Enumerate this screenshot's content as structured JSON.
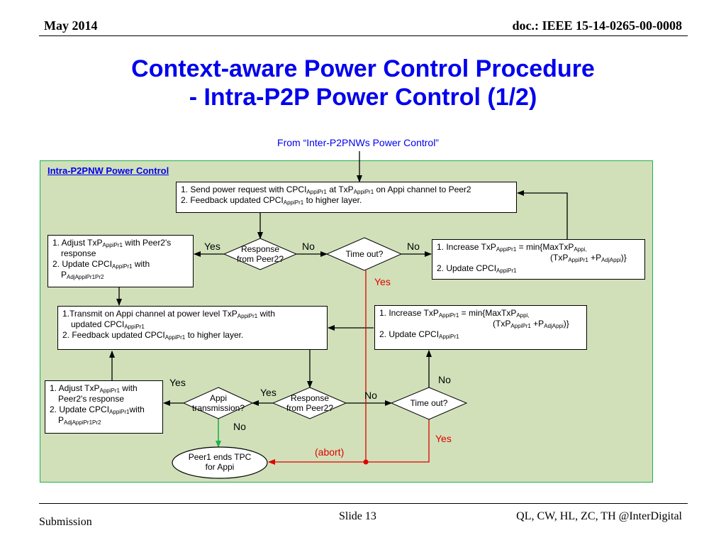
{
  "header": {
    "date": "May 2014",
    "doc": "doc.: IEEE 15-14-0265-00-0008"
  },
  "title": {
    "line1": "Context-aware Power Control Procedure",
    "line2": "- Intra-P2P Power Control (1/2)"
  },
  "diagram": {
    "entry": "From “Inter-P2PNWs Power Control”",
    "region_label": "Intra-P2PNW Power Control",
    "colors": {
      "region_fill": "#d1e0b9",
      "region_border": "#20b050",
      "title": "#0000ee",
      "abort_path": "#e00000",
      "end_path": "#20b050"
    },
    "boxes": {
      "send_request": {
        "l1a": "1. Send power request with CPCI",
        "l1b": "AppiPr1",
        "l1c": " at TxP",
        "l1d": "AppiPr1",
        "l1e": " on Appi channel to Peer2",
        "l2a": "2. Feedback updated CPCI",
        "l2b": "AppiPr1",
        "l2c": " to higher layer."
      },
      "adjust_1": {
        "l1a": "1. Adjust TxP",
        "l1b": "AppiPr1",
        "l1c": " with Peer2's",
        "l2": "response",
        "l3a": "2. Update CPCI",
        "l3b": "AppiPr1",
        "l3c": " with",
        "l4a": "P",
        "l4b": "AdjAppiPr1Pr2"
      },
      "increase_1": {
        "l1a": "1. Increase TxP",
        "l1b": "AppiPr1",
        "l1c": " = min{MaxTxP",
        "l1d": "Appi,",
        "l2a": "(TxP",
        "l2b": "AppiPr1",
        "l2c": " +P",
        "l2d": "AdjAppi",
        "l2e": ")}",
        "l3a": "2. Update CPCI",
        "l3b": "AppiPr1"
      },
      "transmit": {
        "l1a": "1.Transmit on Appi channel at power level TxP",
        "l1b": "AppiPr1",
        "l1c": " with",
        "l2a": "updated CPCI",
        "l2b": "AppiPr1",
        "l3a": "2. Feedback updated CPCI",
        "l3b": "AppiPr1",
        "l3c": " to higher layer."
      },
      "increase_2": {
        "l1a": "1. Increase TxP",
        "l1b": "AppiPr1",
        "l1c": " = min{MaxTxP",
        "l1d": "Appi,",
        "l2a": "(TxP",
        "l2b": "AppiPr1",
        "l2c": " +P",
        "l2d": "AdjAppi",
        "l2e": ")}",
        "l3a": "2. Update CPCI",
        "l3b": "AppiPr1"
      },
      "adjust_2": {
        "l1a": "1. Adjust TxP",
        "l1b": "AppiPr1",
        "l1c": " with",
        "l2": "Peer2's  response",
        "l3a": "2. Update CPCI",
        "l3b": "AppiPr1",
        "l3c": "with",
        "l4a": "P",
        "l4b": "AdjAppiPr1Pr2"
      }
    },
    "decisions": {
      "response_1": "Response\nfrom Peer2?",
      "timeout_1": "Time out?",
      "response_2": "Response\nfrom Peer2?",
      "timeout_2": "Time out?",
      "appi_transmission": "Appi\ntransmission?"
    },
    "terminal": "Peer1 ends TPC\nfor Appi",
    "edge_labels": {
      "yes_1": "Yes",
      "no_1": "No",
      "no_2": "No",
      "yes_red_1": "Yes",
      "no_3": "No",
      "yes_2": "Yes",
      "yes_3": "Yes",
      "no_4": "No",
      "no_5": "No",
      "yes_red_2": "Yes",
      "abort": "(abort)"
    }
  },
  "footer": {
    "left": "Submission",
    "slide": "Slide 13",
    "right": "QL, CW, HL, ZC, TH @InterDigital"
  }
}
